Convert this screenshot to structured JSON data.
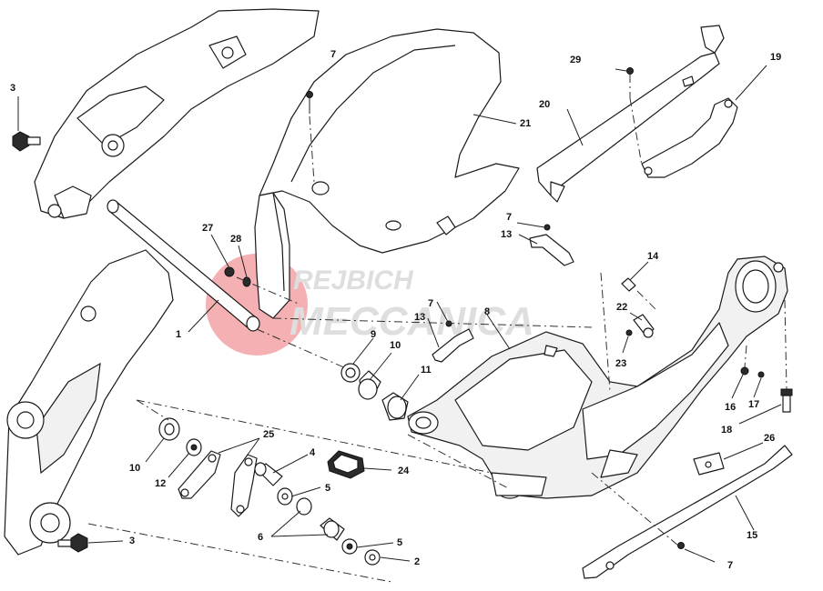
{
  "callouts": [
    {
      "id": "c3a",
      "label": "3"
    },
    {
      "id": "c3b",
      "label": "3"
    },
    {
      "id": "c1",
      "label": "1"
    },
    {
      "id": "c2",
      "label": "2"
    },
    {
      "id": "c4",
      "label": "4"
    },
    {
      "id": "c5a",
      "label": "5"
    },
    {
      "id": "c5b",
      "label": "5"
    },
    {
      "id": "c6",
      "label": "6"
    },
    {
      "id": "c7a",
      "label": "7"
    },
    {
      "id": "c7b",
      "label": "7"
    },
    {
      "id": "c7c",
      "label": "7"
    },
    {
      "id": "c7d",
      "label": "7"
    },
    {
      "id": "c8",
      "label": "8"
    },
    {
      "id": "c9",
      "label": "9"
    },
    {
      "id": "c10a",
      "label": "10"
    },
    {
      "id": "c10b",
      "label": "10"
    },
    {
      "id": "c11",
      "label": "11"
    },
    {
      "id": "c12",
      "label": "12"
    },
    {
      "id": "c13a",
      "label": "13"
    },
    {
      "id": "c13b",
      "label": "13"
    },
    {
      "id": "c14",
      "label": "14"
    },
    {
      "id": "c15",
      "label": "15"
    },
    {
      "id": "c16",
      "label": "16"
    },
    {
      "id": "c17",
      "label": "17"
    },
    {
      "id": "c18",
      "label": "18"
    },
    {
      "id": "c19",
      "label": "19"
    },
    {
      "id": "c20",
      "label": "20"
    },
    {
      "id": "c21",
      "label": "21"
    },
    {
      "id": "c22",
      "label": "22"
    },
    {
      "id": "c23",
      "label": "23"
    },
    {
      "id": "c24",
      "label": "24"
    },
    {
      "id": "c25",
      "label": "25"
    },
    {
      "id": "c26",
      "label": "26"
    },
    {
      "id": "c27",
      "label": "27"
    },
    {
      "id": "c28",
      "label": "28"
    },
    {
      "id": "c29",
      "label": "29"
    }
  ],
  "watermark": {
    "line1": "REJBICH",
    "line2": "MECCANICA",
    "accent_color": "#e8555a"
  },
  "colors": {
    "line": "#1a1a1a",
    "background": "#ffffff"
  }
}
